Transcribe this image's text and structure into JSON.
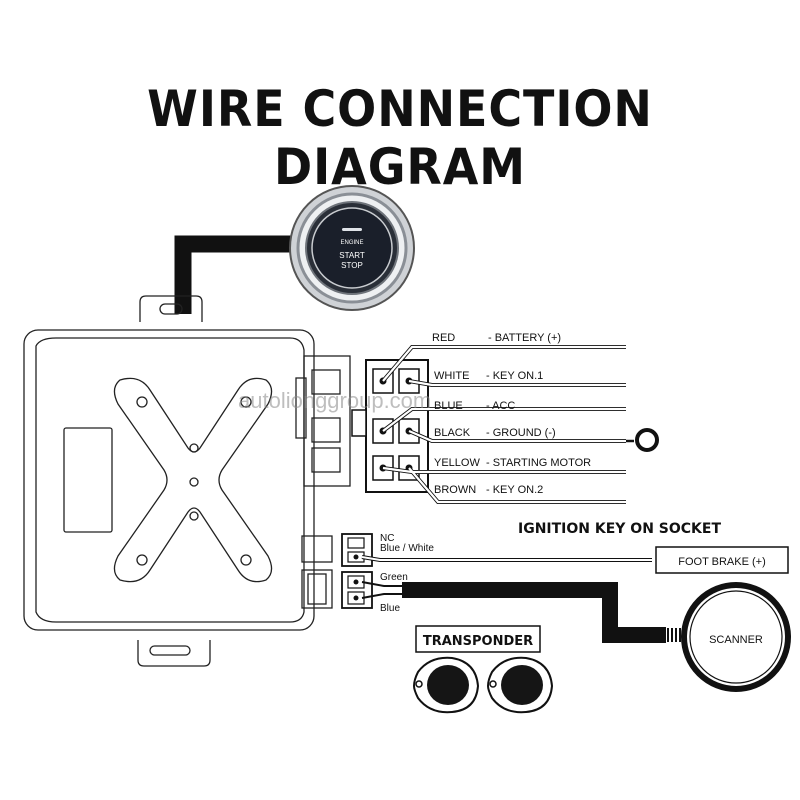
{
  "title": "WIRE CONNECTION DIAGRAM",
  "watermark": "autolionggroup.com",
  "start_button": {
    "line1": "ENGINE",
    "line2": "START",
    "line3": "STOP"
  },
  "main_connector_wires": [
    {
      "color": "RED",
      "function": "- BATTERY (+)"
    },
    {
      "color": "WHITE",
      "function": "- KEY ON.1"
    },
    {
      "color": "BLUE",
      "function": "- ACC"
    },
    {
      "color": "BLACK",
      "function": "- GROUND (-)"
    },
    {
      "color": "YELLOW",
      "function": "- STARTING MOTOR"
    },
    {
      "color": "BROWN",
      "function": "- KEY ON.2"
    }
  ],
  "ignition_socket": {
    "heading": "IGNITION KEY ON SOCKET",
    "nc": "NC",
    "blue_white": "Blue / White",
    "green": "Green",
    "blue": "Blue"
  },
  "foot_brake": "FOOT BRAKE (+)",
  "scanner": "SCANNER",
  "transponder": "TRANSPONDER",
  "colors": {
    "ink": "#111111",
    "paper": "#ffffff",
    "button_face": "#1a1f2a",
    "button_ring": "#9ea3aa"
  }
}
